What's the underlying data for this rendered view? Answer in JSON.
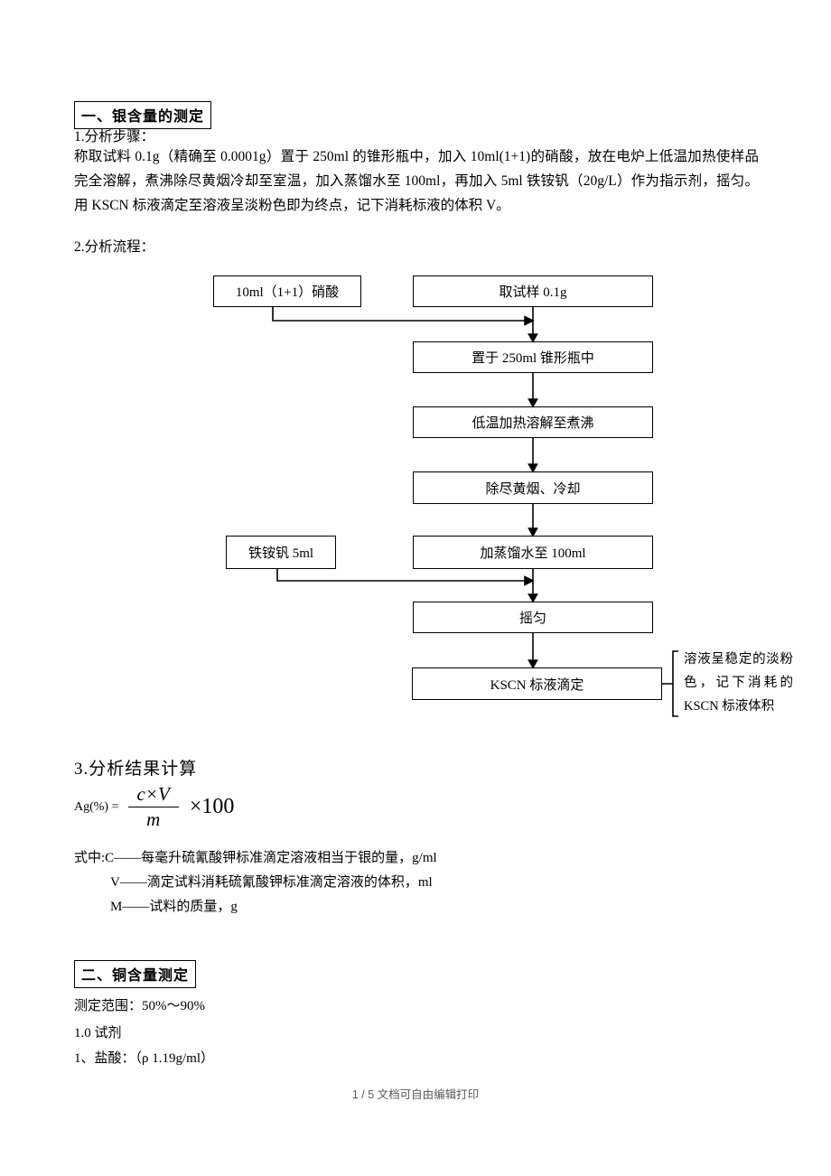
{
  "section1": {
    "title": "一、银含量的测定",
    "step1_heading": "1.分析步骤：",
    "step1_body": "称取试料 0.1g（精确至 0.0001g）置于 250ml 的锥形瓶中，加入 10ml(1+1)的硝酸，放在电炉上低温加热使样品完全溶解，煮沸除尽黄烟冷却至室温，加入蒸馏水至 100ml，再加入 5ml 铁铵钒（20g/L）作为指示剂，摇匀。用 KSCN 标液滴定至溶液呈淡粉色即为终点，记下消耗标液的体积 V。",
    "step2_heading": "2.分析流程：",
    "flowchart": {
      "side_box_acid": "10ml（1+1）硝酸",
      "side_box_iron": "铁铵钒 5ml",
      "main_boxes": [
        "取试样 0.1g",
        "置于 250ml 锥形瓶中",
        "低温加热溶解至煮沸",
        "除尽黄烟、冷却",
        "加蒸馏水至 100ml",
        "摇匀",
        "KSCN 标液滴定"
      ],
      "annotation": "溶液呈稳定的淡粉色，记下消耗的 KSCN 标液体积"
    },
    "step3_heading": "3.分析结果计算",
    "formula": {
      "lhs": "Ag(%) =",
      "numerator": "c×V",
      "denominator": "m",
      "multiplier": "×100"
    },
    "legend": [
      "式中:C——每毫升硫氰酸钾标准滴定溶液相当于银的量，g/ml",
      "V——滴定试料消耗硫氰酸钾标准滴定溶液的体积，ml",
      "M——试料的质量，g"
    ]
  },
  "section2": {
    "title": "二、铜含量测定",
    "range_line": "测定范围：50%～90%",
    "reagent_heading": "1.0 试剂",
    "reagent_line1": "1、盐酸：（ρ 1.19g/ml）"
  },
  "footer": {
    "text": "1 / 5 文档可自由编辑打印"
  }
}
